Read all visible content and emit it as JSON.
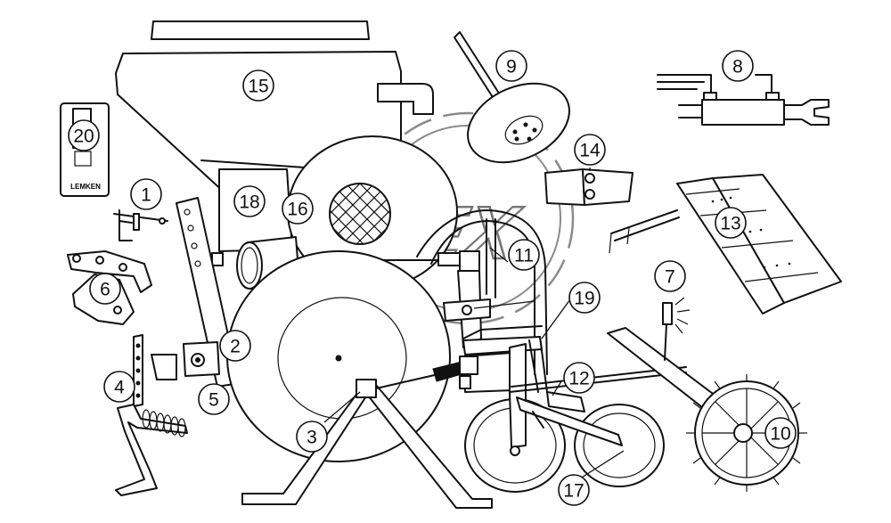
{
  "callouts": [
    {
      "id": "c1",
      "text": "1"
    },
    {
      "id": "c2",
      "text": "2"
    },
    {
      "id": "c3",
      "text": "3"
    },
    {
      "id": "c4",
      "text": "4"
    },
    {
      "id": "c5",
      "text": "5"
    },
    {
      "id": "c6",
      "text": "6"
    },
    {
      "id": "c7",
      "text": "7"
    },
    {
      "id": "c8",
      "text": "8"
    },
    {
      "id": "c9",
      "text": "9"
    },
    {
      "id": "c10",
      "text": "10"
    },
    {
      "id": "c11",
      "text": "11"
    },
    {
      "id": "c12",
      "text": "12"
    },
    {
      "id": "c13",
      "text": "13"
    },
    {
      "id": "c14",
      "text": "14"
    },
    {
      "id": "c15",
      "text": "15"
    },
    {
      "id": "c16",
      "text": "16"
    },
    {
      "id": "c17",
      "text": "17"
    },
    {
      "id": "c18",
      "text": "18"
    },
    {
      "id": "c19",
      "text": "19"
    },
    {
      "id": "c20",
      "text": "20"
    }
  ],
  "decal": {
    "brand": "LEMKEN"
  },
  "watermark": {
    "text": "OPEX"
  }
}
